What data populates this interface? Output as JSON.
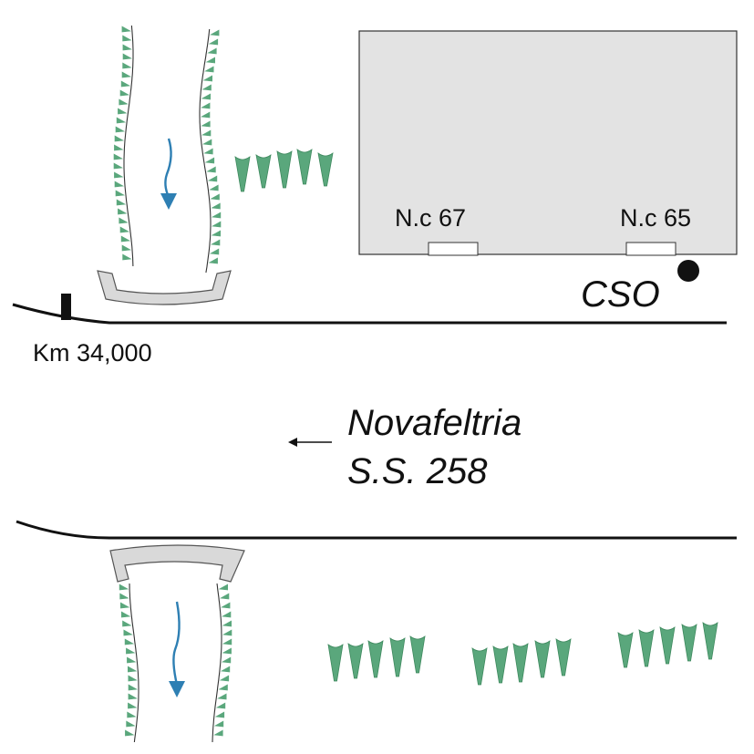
{
  "labels": {
    "nc67": "N.c 67",
    "nc65": "N.c 65",
    "cso": "CSO",
    "km": "Km 34,000",
    "town": "Novafeltria",
    "road": "S.S. 258"
  },
  "colors": {
    "building_fill": "#e3e3e3",
    "vegetation": "#5aa77c",
    "flow_arrow": "#2e7fb3",
    "culvert_fill": "#d9d9d9",
    "road_line": "#111111"
  },
  "icons": {
    "flow": "down-arrow-icon",
    "direction": "left-arrow-icon",
    "tree": "tree-icon",
    "marker": "km-marker-icon",
    "outfall": "cso-dot-icon"
  }
}
